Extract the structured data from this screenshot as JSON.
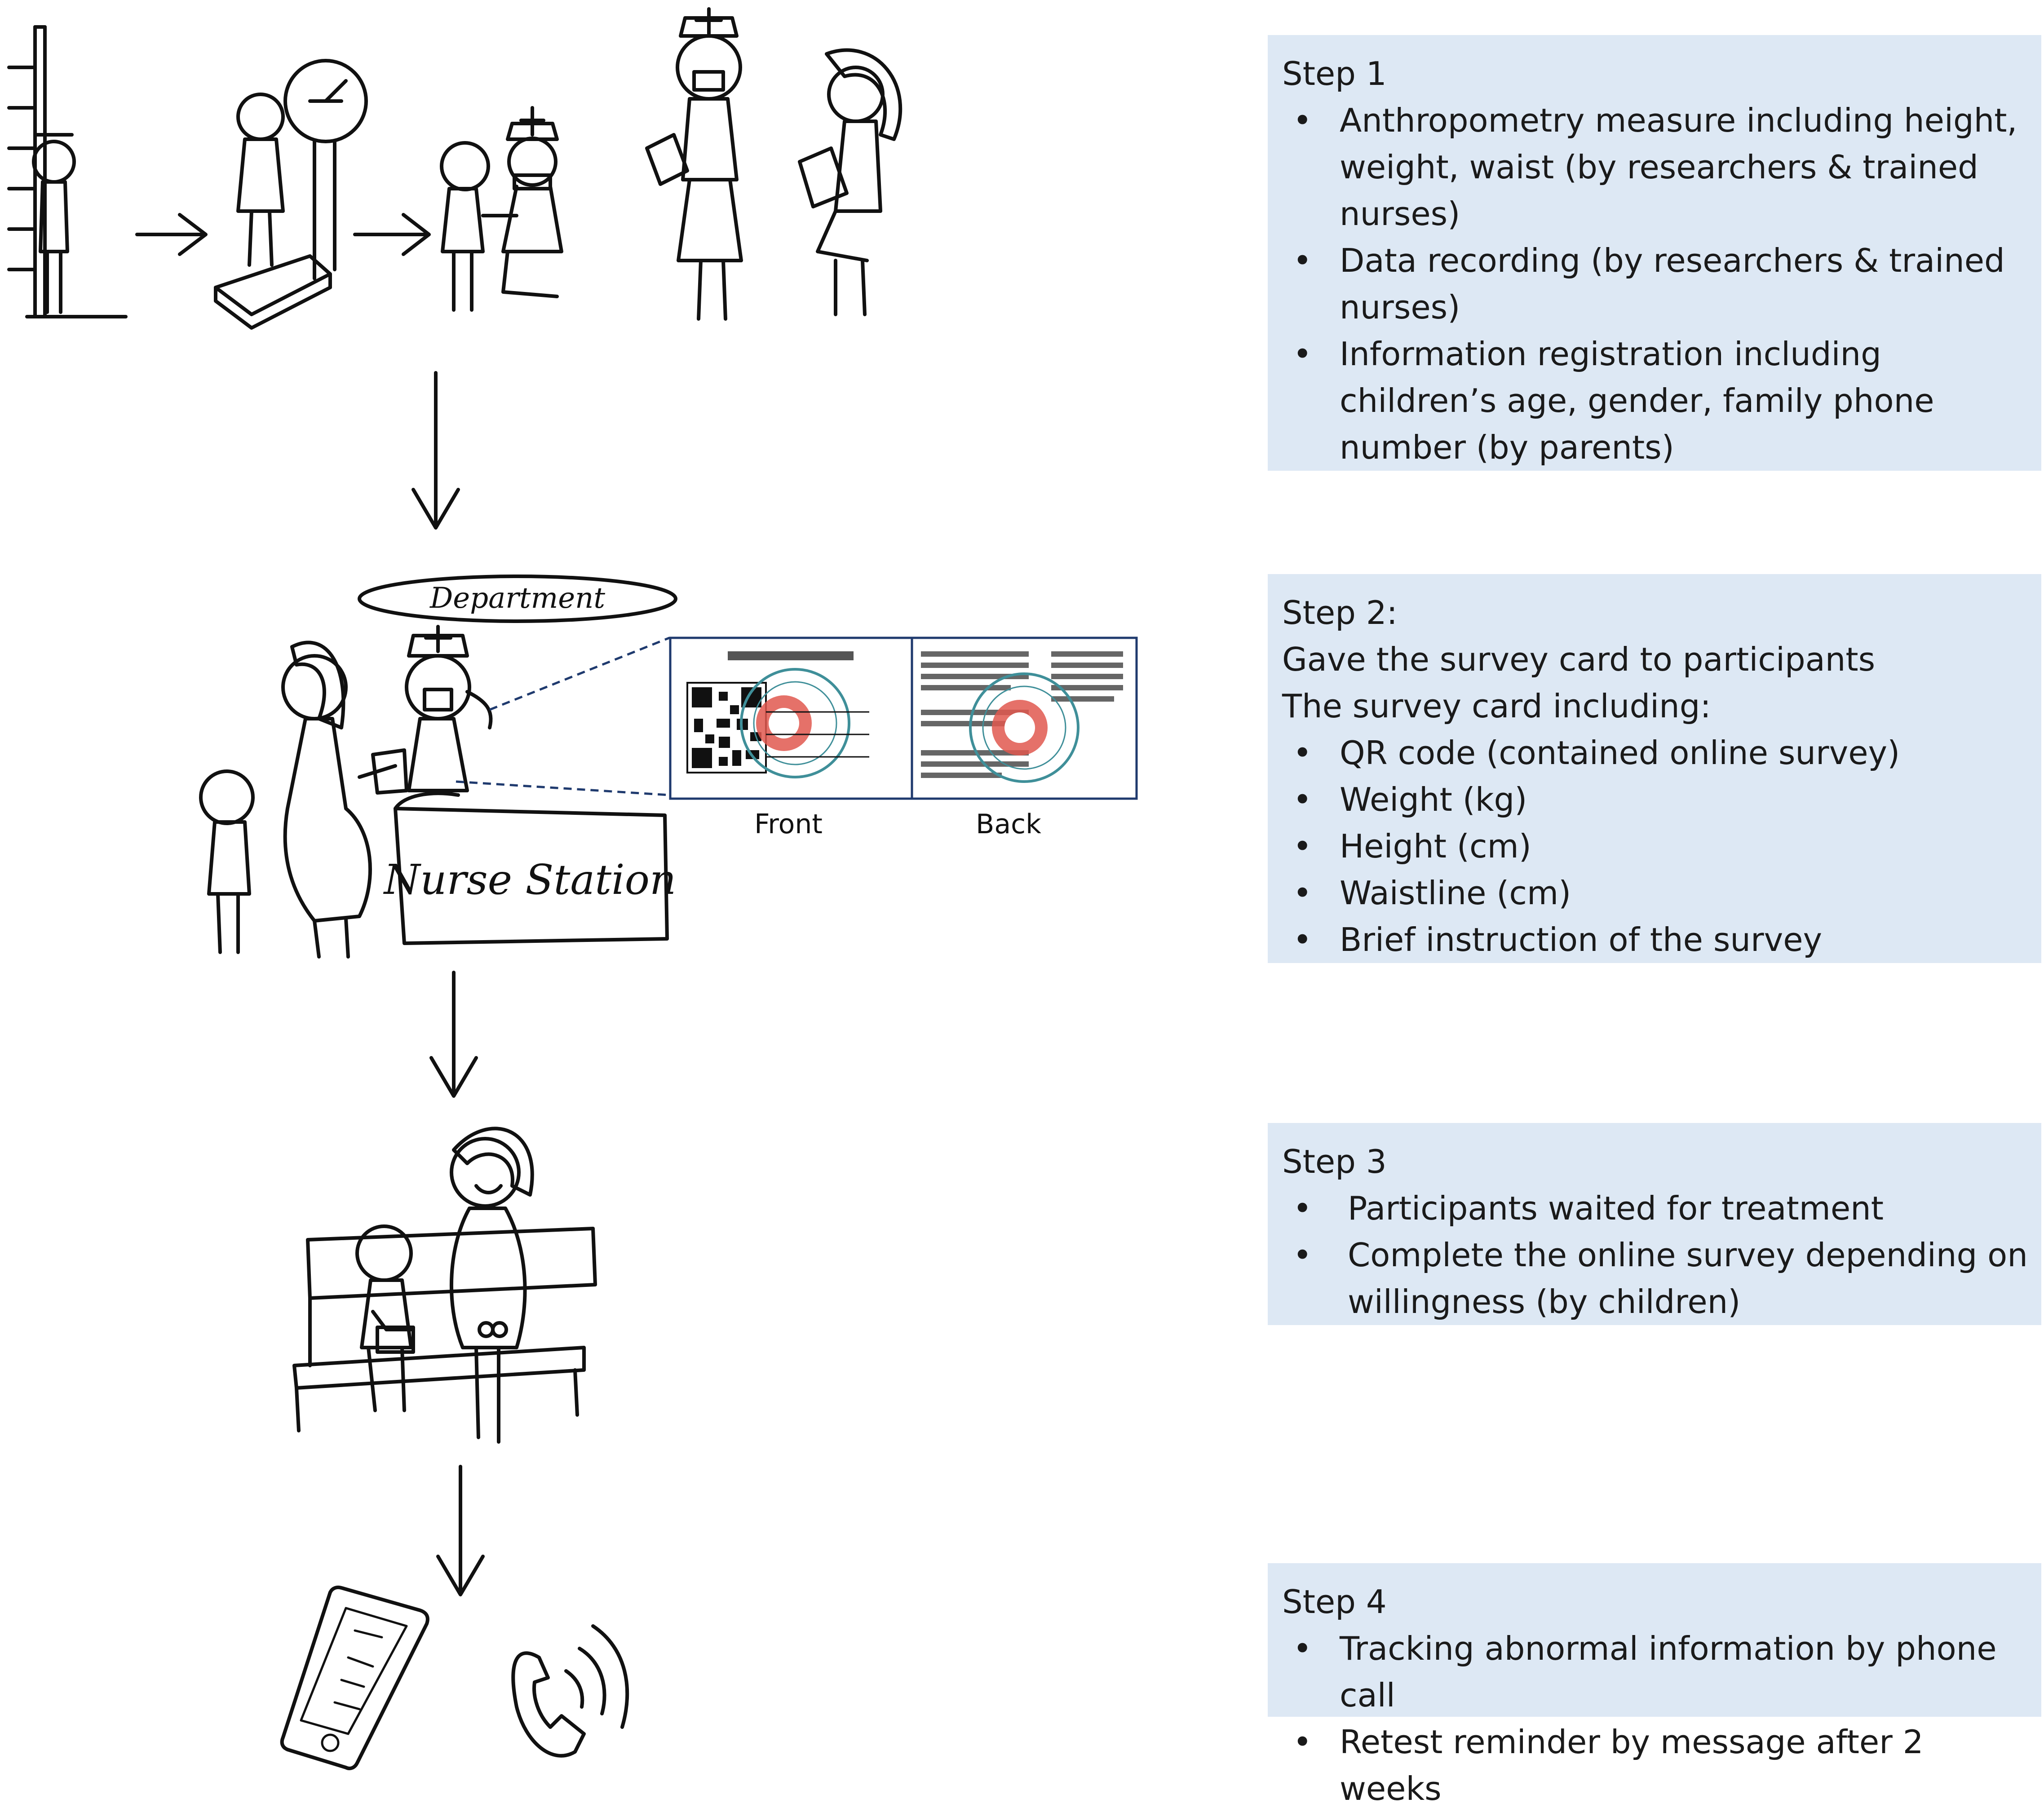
{
  "illustration": {
    "department_label": "Department",
    "nurse_station_label": "Nurse Station",
    "card_front_label": "Front",
    "card_back_label": "Back"
  },
  "steps": [
    {
      "title": "Step 1",
      "lines": [],
      "bullets": [
        "Anthropometry measure including height, weight, waist (by researchers & trained nurses)",
        "Data recording (by researchers & trained nurses)",
        "Information registration including children’s age, gender, family phone number (by parents)"
      ]
    },
    {
      "title": "Step 2:",
      "lines": [
        "Gave the survey card to participants",
        "The survey card including:"
      ],
      "bullets": [
        "QR code (contained online survey)",
        "Weight (kg)",
        "Height (cm)",
        "Waistline (cm)",
        "Brief instruction of the survey"
      ]
    },
    {
      "title": "Step 3",
      "lines": [],
      "bullets": [
        "Participants waited for treatment",
        "Complete the online survey depending on willingness (by children)"
      ]
    },
    {
      "title": "Step 4",
      "lines": [],
      "bullets": [
        "Tracking abnormal information by phone call",
        "Retest reminder by message after 2 weeks"
      ]
    }
  ],
  "colors": {
    "step_box_background": "#dde8f4",
    "card_border": "#1f3a6e",
    "seal_red": "#e0584f",
    "seal_teal": "#3f8f99"
  }
}
